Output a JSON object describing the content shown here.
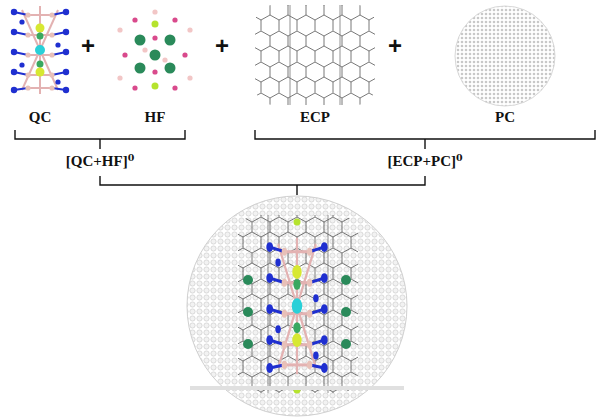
{
  "diagram": {
    "labels": [
      "QC",
      "+",
      "HF",
      "+",
      "ECP",
      "+",
      "PC",
      "[QC+HF]⁰",
      "[ECP+PC]⁰"
    ]
  }
}
